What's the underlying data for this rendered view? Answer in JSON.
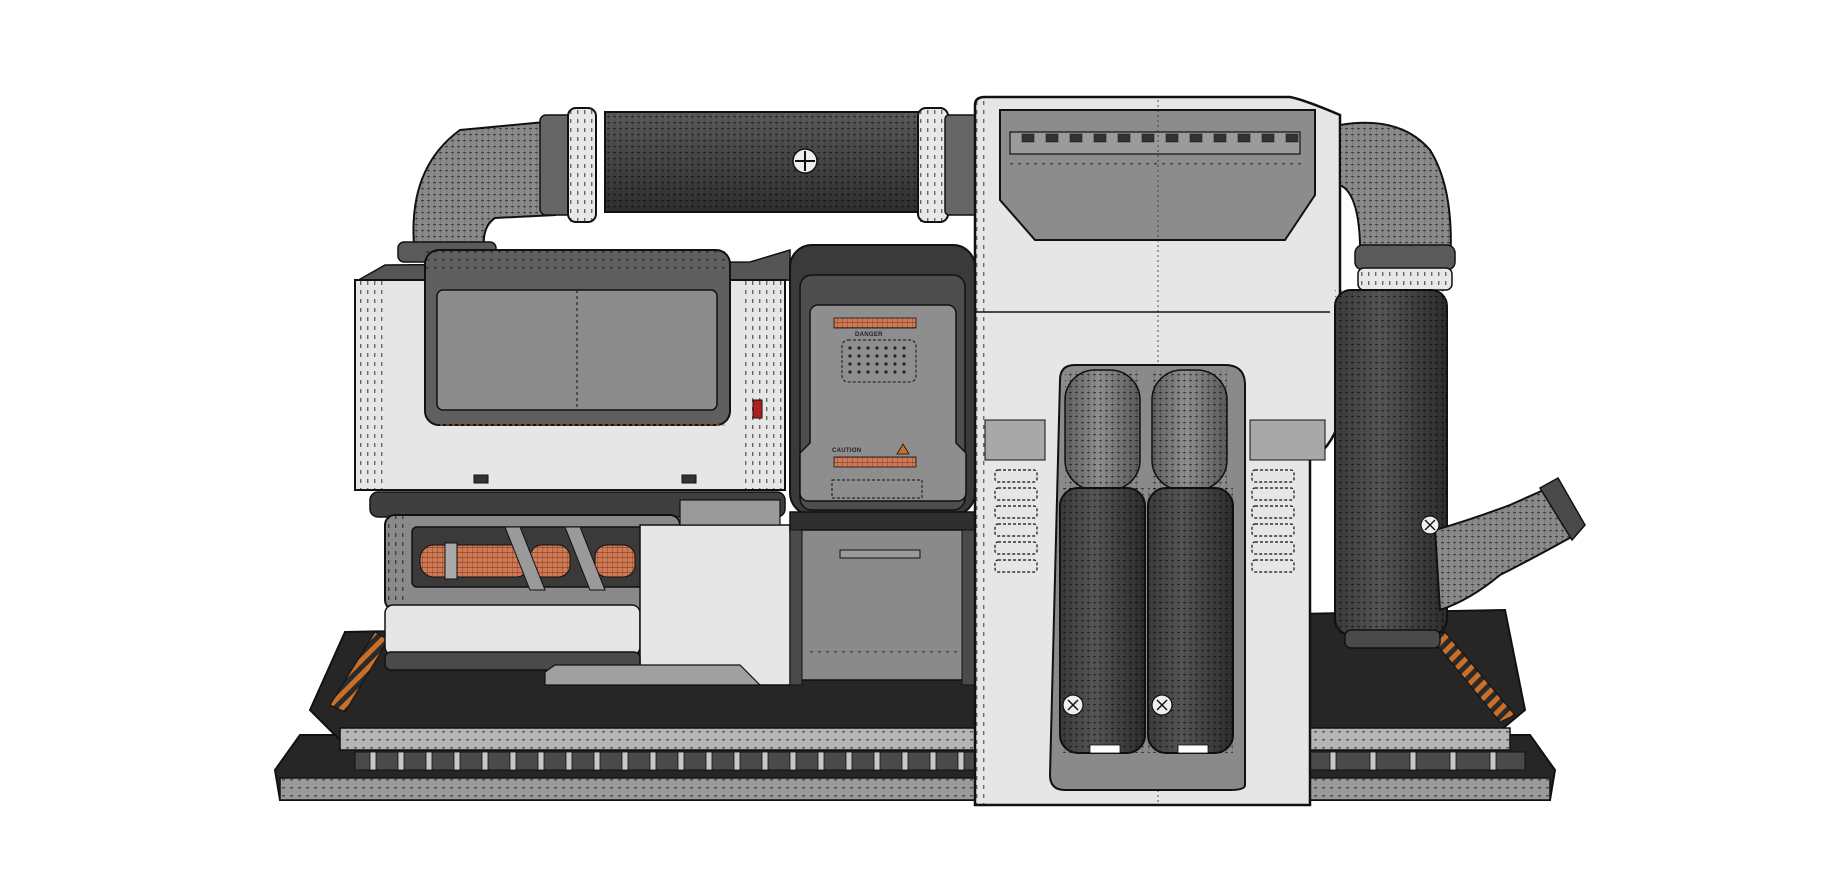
{
  "scene": {
    "subject": "sci-fi industrial machinery 3D model, hidden-line render",
    "background": "#ffffff"
  },
  "labels": {
    "panel_top": "DANGER",
    "panel_bottom": "CAUTION"
  },
  "colors": {
    "light_panel": "#e6e6e6",
    "mid_gray": "#8a8a8a",
    "dark_gray": "#4a4a4a",
    "base_black": "#262626",
    "pipe_gray": "#6e6e6e",
    "tank_dark": "#3c3c3c",
    "hazard_orange": "#c8702a",
    "copper": "#cf7a55",
    "outline": "#111111"
  },
  "components": [
    {
      "name": "top-horizontal-pipe"
    },
    {
      "name": "left-elbow-pipe"
    },
    {
      "name": "left-equipment-box"
    },
    {
      "name": "middle-cabinet"
    },
    {
      "name": "central-tower"
    },
    {
      "name": "twin-vertical-tanks"
    },
    {
      "name": "right-vertical-tank"
    },
    {
      "name": "right-exhaust-elbow"
    },
    {
      "name": "base-platform"
    }
  ]
}
